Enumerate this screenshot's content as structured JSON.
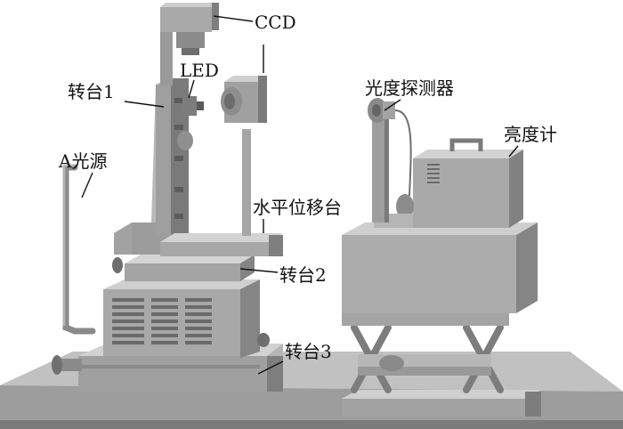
{
  "labels": {
    "ccd": "CCD",
    "led": "LED",
    "turntable1": "转台1",
    "a_light_source": "A光源",
    "horizontal_stage": "水平位移台",
    "turntable2": "转台2",
    "turntable3": "转台3",
    "photometric_detector": "光度探测器",
    "luminance_meter": "亮度计"
  },
  "colors": {
    "dark": "#5f5f5f",
    "mid": "#8c8c8c",
    "light": "#b9b9b9",
    "lighter": "#d0d0d0",
    "ink": "#111111"
  }
}
